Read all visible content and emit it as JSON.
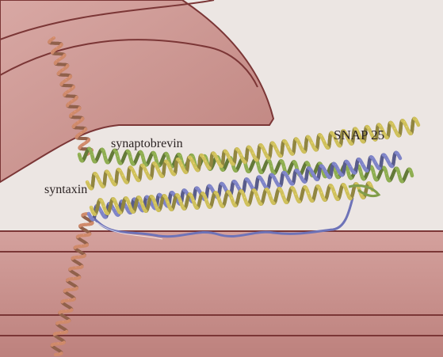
{
  "labels": {
    "snap25": "SNAP 25",
    "synaptobrevin": "synaptobrevin",
    "syntaxin": "syntaxin"
  },
  "colors": {
    "background": "#ece6e3",
    "membrane_outer": "#7e3a3a",
    "membrane_fill": "#c88f8c",
    "membrane_band": "#a9605d",
    "synaptobrevin_helix": "#8fae52",
    "syntaxin_helix": "#7f84c7",
    "snap25_helix": "#cfc05c",
    "transmembrane_helix": "#cf8a6b"
  }
}
